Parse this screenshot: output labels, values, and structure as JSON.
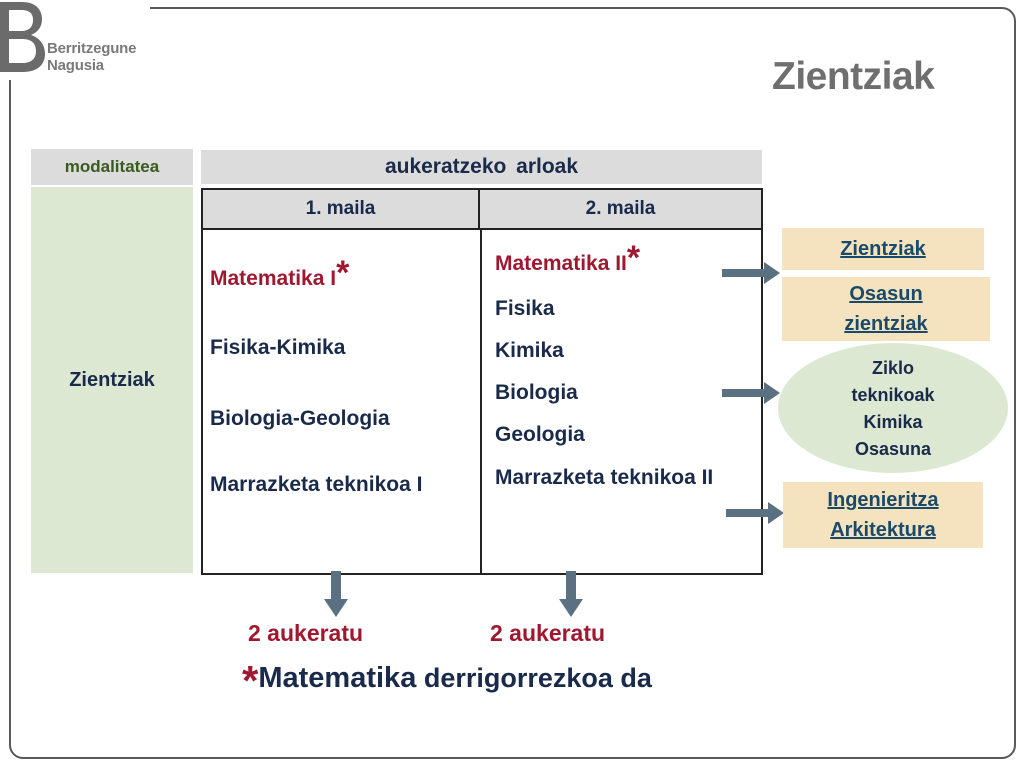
{
  "logo": {
    "line1": "Berritzegune",
    "line2": "Nagusia"
  },
  "title": "Zientziak",
  "modality": {
    "header": "modalitatea",
    "value": "Zientziak"
  },
  "areas": {
    "header": "aukeratzeko  arloak",
    "col1": {
      "header": "1. maila",
      "required": "Matematika I",
      "required_star": "*",
      "items": [
        "Fisika-Kimika",
        "Biologia-Geologia",
        "Marrazketa teknikoa I"
      ]
    },
    "col2": {
      "header": "2. maila",
      "required": "Matematika II",
      "required_star": "*",
      "items": [
        "Fisika",
        "Kimika",
        "Biologia",
        "Geologia",
        "Marrazketa teknikoa II"
      ]
    }
  },
  "choose": {
    "col1": "2 aukeratu",
    "col2": "2 aukeratu"
  },
  "outcomes": {
    "box1": "Zientziak",
    "box2_line1": "Osasun",
    "box2_line2": "zientziak",
    "ellipse": [
      "Ziklo",
      "teknikoak",
      "Kimika",
      "Osasuna"
    ],
    "box3_line1": "Ingenieritza",
    "box3_line2": "Arkitektura"
  },
  "footnote": {
    "star": "*",
    "strong": "Matematika",
    "rest": " derrigorrezkoa da"
  },
  "colors": {
    "header_grey": "#dcdcdc",
    "green_fill": "#dde8d2",
    "beige_fill": "#f5e3c0",
    "red_text": "#a01830",
    "navy_text": "#1a2a4a",
    "arrow": "#5b7080"
  }
}
